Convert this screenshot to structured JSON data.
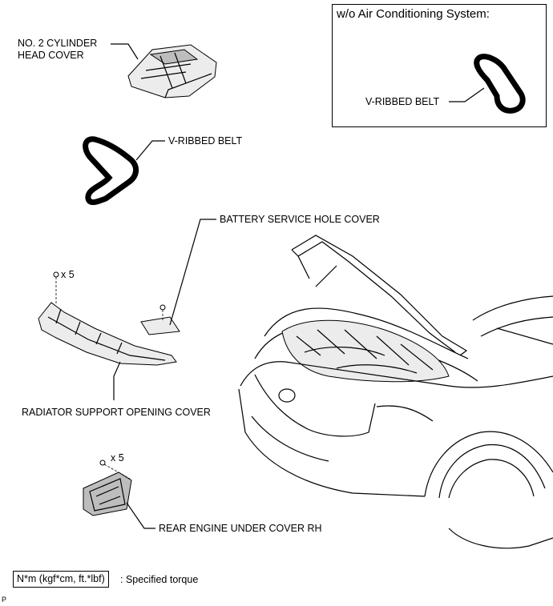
{
  "inset": {
    "title": "w/o Air Conditioning System:",
    "belt_label": "V-RIBBED BELT"
  },
  "parts": {
    "cylinder_head_cover": {
      "line1": "NO. 2 CYLINDER",
      "line2": "HEAD COVER"
    },
    "v_ribbed_belt": "V-RIBBED BELT",
    "battery_service_hole_cover": "BATTERY SERVICE HOLE COVER",
    "radiator_support_opening_cover": "RADIATOR SUPPORT OPENING COVER",
    "rear_engine_under_cover_rh": "REAR ENGINE UNDER COVER RH"
  },
  "fasteners": {
    "radiator_clips": "x 5",
    "under_cover_clips": "x 5"
  },
  "legend": {
    "torque_unit": "N*m (kgf*cm, ft.*lbf)",
    "description": ": Specified torque"
  },
  "footer_mark": "P"
}
